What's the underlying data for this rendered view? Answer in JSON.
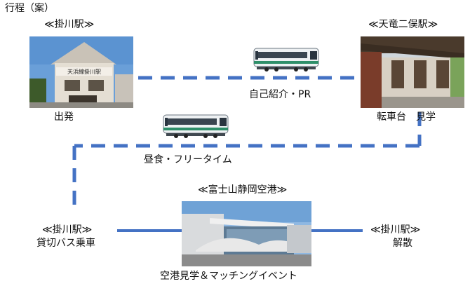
{
  "header": {
    "title": "行程（案）"
  },
  "route": {
    "start_station": "≪掛川駅≫",
    "start_caption": "出発",
    "leg1_label": "自己紹介・PR",
    "mid_station": "≪天竜二俣駅≫",
    "mid_caption": "転車台　見学",
    "leg2_label": "昼食・フリータイム",
    "bus_station": "≪掛川駅≫",
    "bus_caption": "貸切バス乗車",
    "airport_station": "≪富士山静岡空港≫",
    "airport_caption": "空港見学＆マッチングイベント",
    "end_station": "≪掛川駅≫",
    "end_caption": "解散",
    "photo_sign_text": "天浜線掛川駅"
  },
  "colors": {
    "route_line": "#4472c4"
  }
}
